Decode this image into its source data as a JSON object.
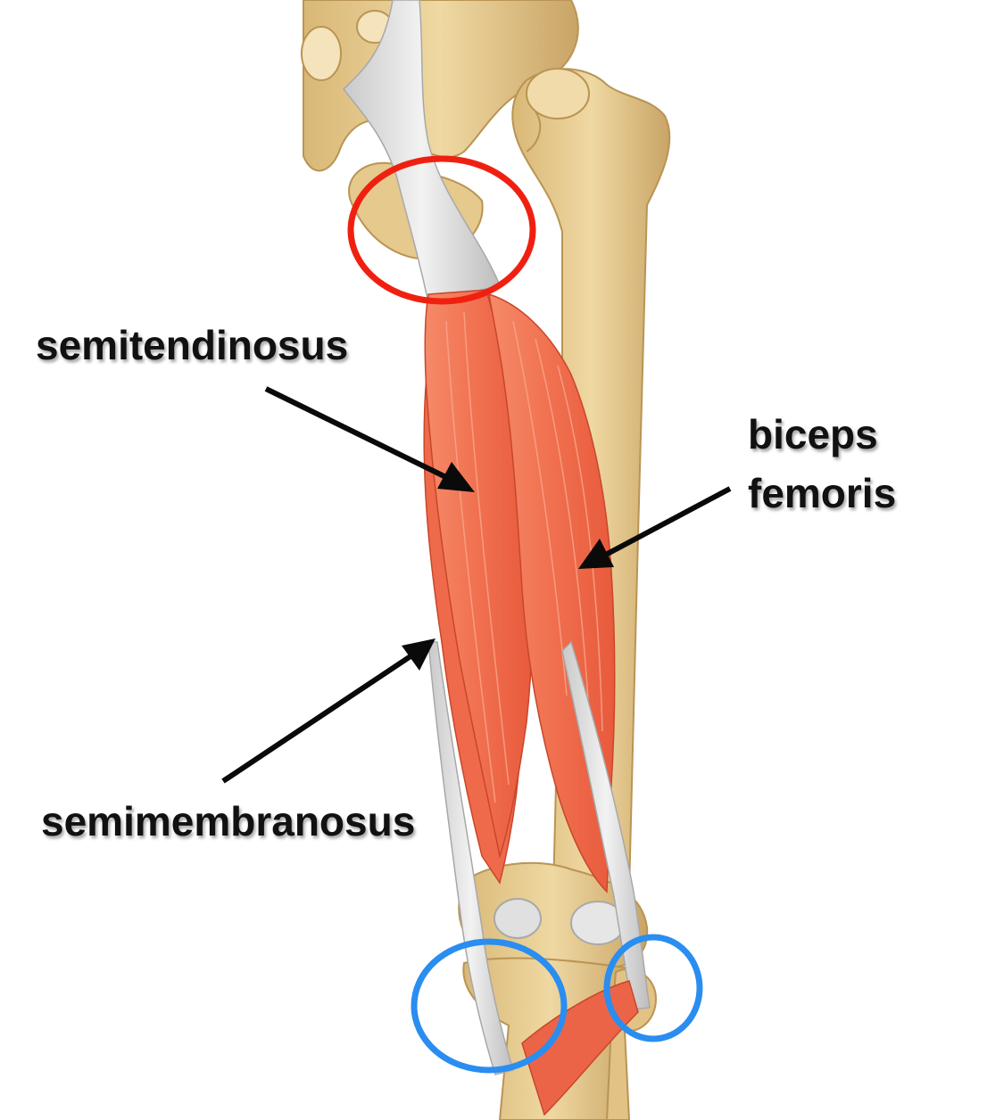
{
  "labels": {
    "semitendinosus": "semitendinosus",
    "biceps_line1": "biceps",
    "biceps_line2": "femoris",
    "semimembranosus": "semimembranosus"
  },
  "colors": {
    "bone": "#e9cf95",
    "bone_shadow": "#c9a868",
    "muscle": "#f0704f",
    "muscle_light": "#f79a7c",
    "tendon": "#dcdcdc",
    "origin_circle": "#f02010",
    "insertion_circle": "#2a8df0",
    "arrow": "#0a0a0a"
  }
}
